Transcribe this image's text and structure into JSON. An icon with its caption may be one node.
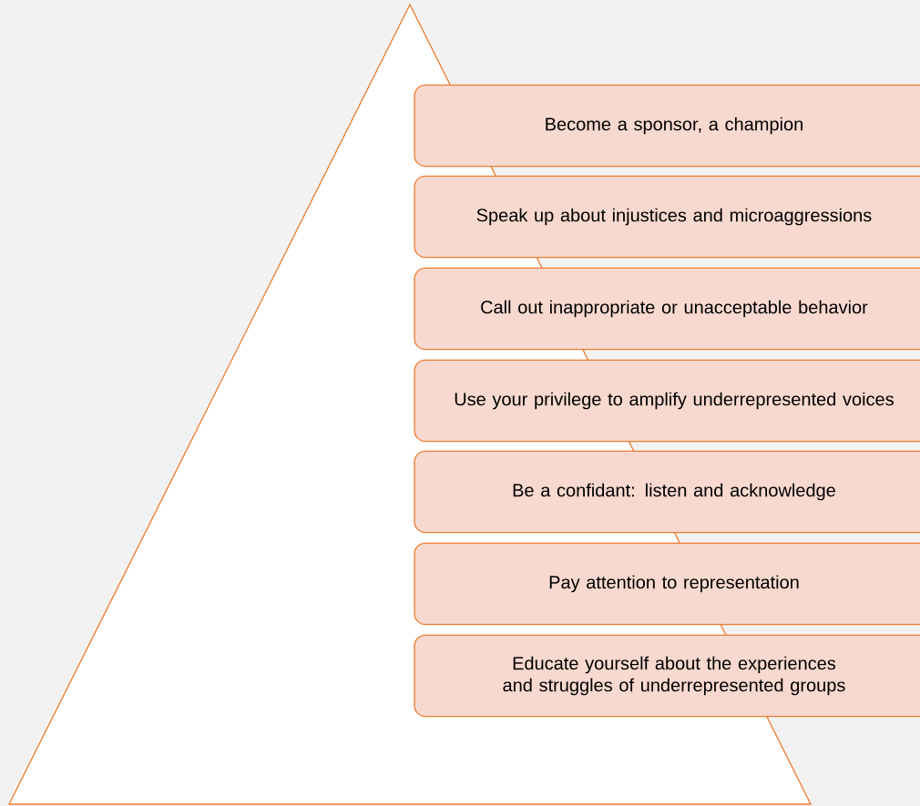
{
  "diagram": {
    "nodes": [
      {
        "text": [
          "Become a sponsor, a champion"
        ]
      },
      {
        "text": [
          "Speak up about injustices and microaggressions"
        ]
      },
      {
        "text": [
          "Call out inappropriate or unacceptable behavior"
        ]
      },
      {
        "text": [
          "Use your privilege to amplify underrepresented voices"
        ]
      },
      {
        "text": [
          "Be a confidant: listen and acknowledge"
        ]
      },
      {
        "text": [
          "Pay attention to representation"
        ]
      },
      {
        "text": [
          "Educate yourself about the experiences and struggles of underrepresented groups"
        ]
      }
    ]
  }
}
